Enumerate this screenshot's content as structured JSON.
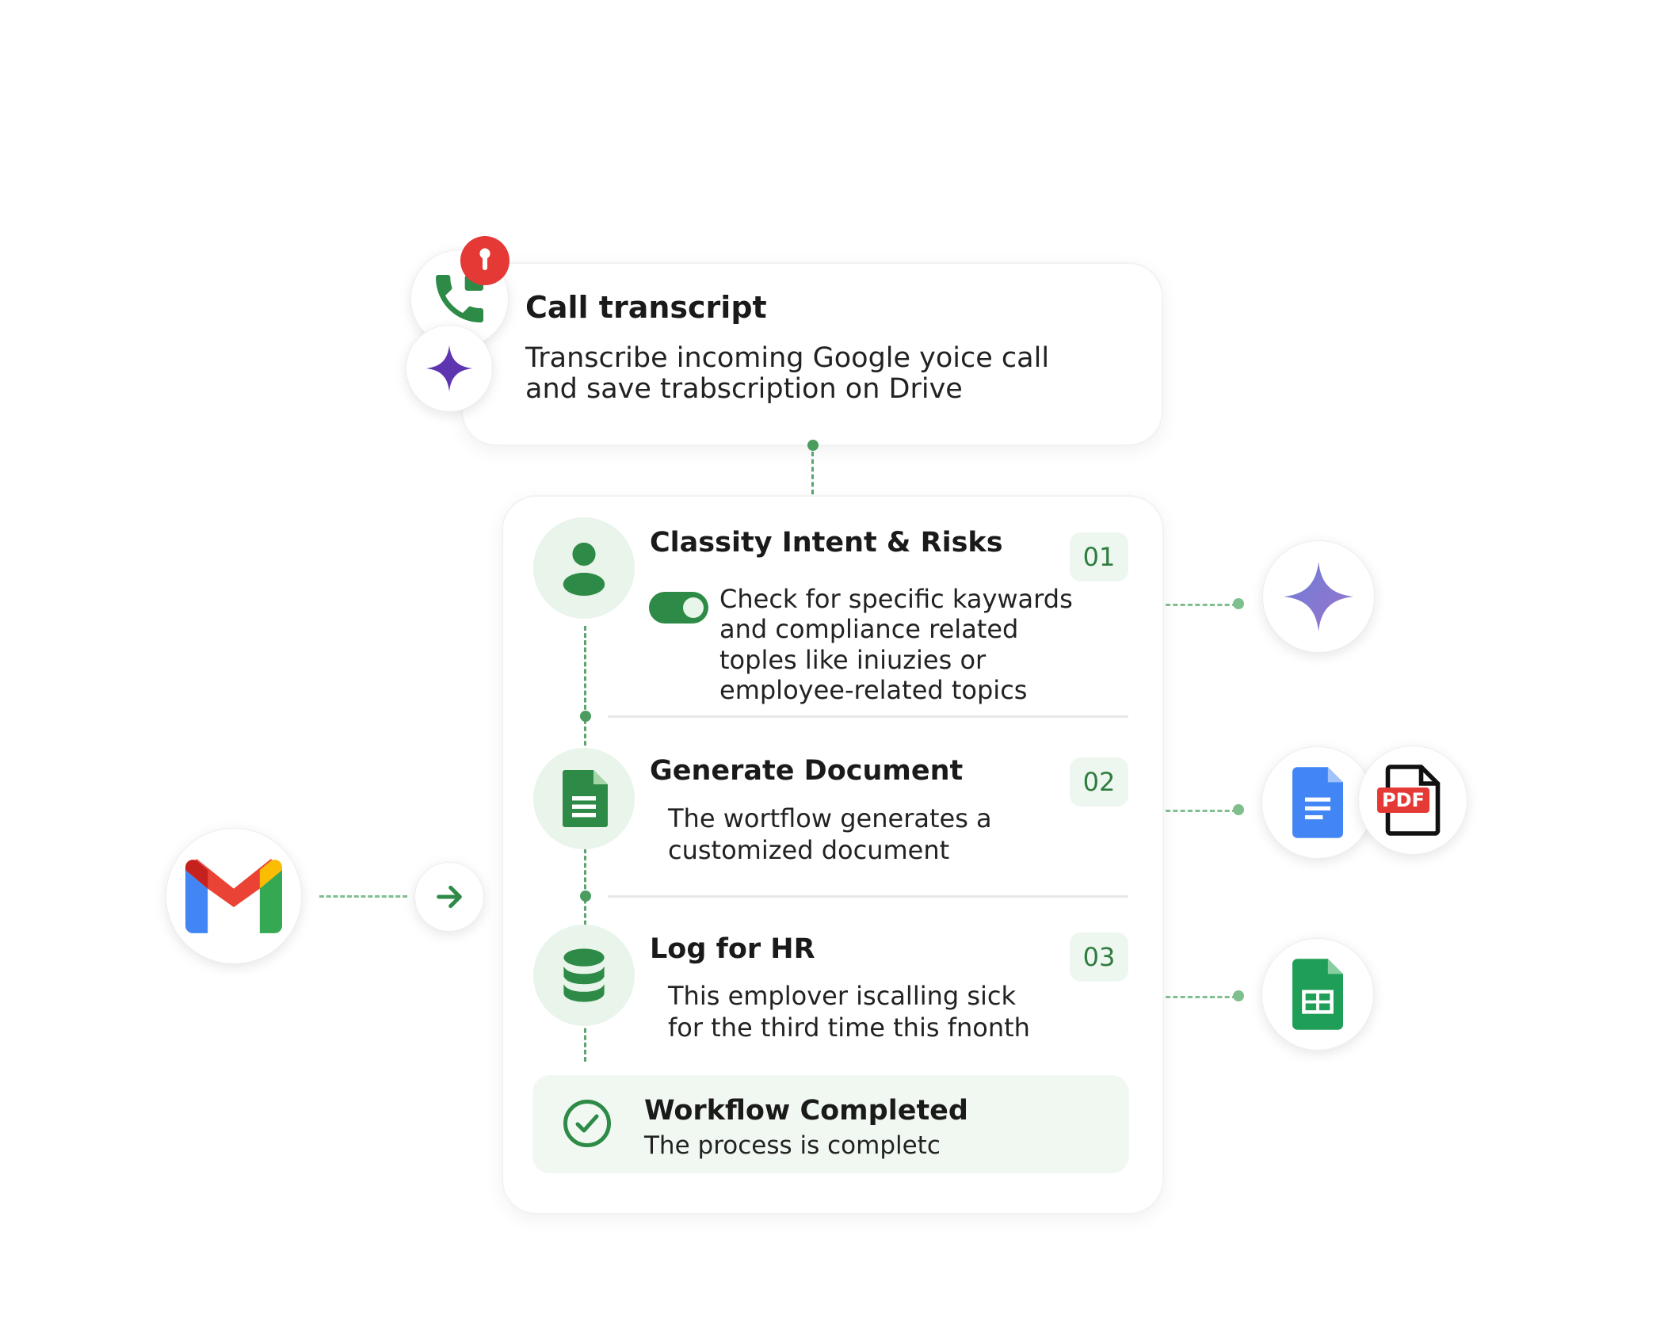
{
  "trigger": {
    "title": "Call transcript",
    "description_lines": [
      "Transcribe incoming Google yoice call",
      "and save trabscription on Drive"
    ],
    "icons": [
      "phone-icon",
      "alert-badge-icon",
      "gemini-sparkle-icon"
    ]
  },
  "steps": [
    {
      "number": "01",
      "title": "Classity Intent & Risks",
      "icon": "person-icon",
      "toggle_on": true,
      "description_lines": [
        "Check for specific kaywards",
        "and compliance related",
        "toples like iniuzies or",
        "employee-related topics"
      ]
    },
    {
      "number": "02",
      "title": "Generate Document",
      "icon": "document-icon",
      "description_lines": [
        "The wortflow generates a",
        "customized document"
      ]
    },
    {
      "number": "03",
      "title": "Log for HR",
      "icon": "database-icon",
      "description_lines": [
        "This emplover iscalling sick",
        "for the third time this fnonth"
      ]
    }
  ],
  "completed": {
    "title": "Workflow Completed",
    "subtitle": "The process is completc"
  },
  "integrations": {
    "left": [
      "gmail-icon",
      "arrow-right-icon"
    ],
    "right": [
      "gemini-icon",
      "google-docs-icon",
      "pdf-icon",
      "google-sheets-icon"
    ],
    "pdf_label": "PDF"
  },
  "colors": {
    "accent": "#2e8b47",
    "light_green": "#e9f4eb",
    "alert": "#e53935",
    "gemini": "#7b5cc9"
  }
}
